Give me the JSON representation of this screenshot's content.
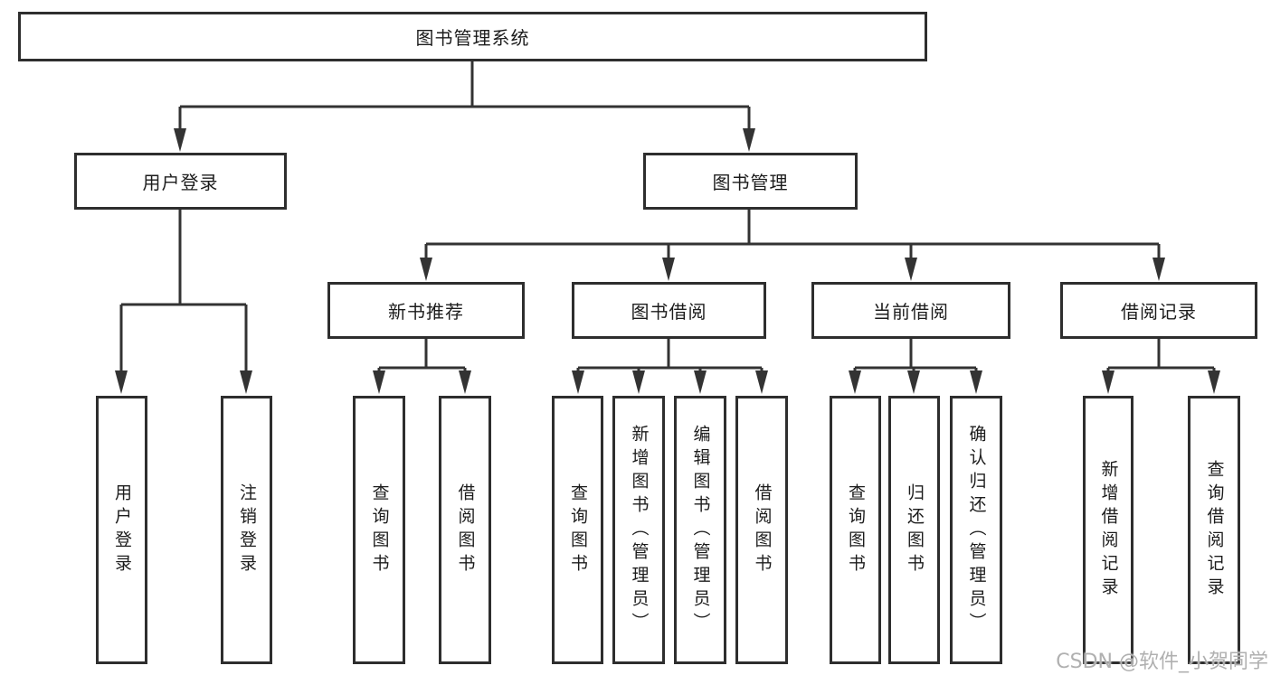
{
  "tree": {
    "root": {
      "label": "图书管理系统",
      "children": [
        {
          "label": "用户登录",
          "children": [
            {
              "label": "用户登录"
            },
            {
              "label": "注销登录"
            }
          ]
        },
        {
          "label": "图书管理",
          "children": [
            {
              "label": "新书推荐",
              "children": [
                {
                  "label": "查询图书"
                },
                {
                  "label": "借阅图书"
                }
              ]
            },
            {
              "label": "图书借阅",
              "children": [
                {
                  "label": "查询图书"
                },
                {
                  "label": "新增图书（管理员）"
                },
                {
                  "label": "编辑图书（管理员）"
                },
                {
                  "label": "借阅图书"
                }
              ]
            },
            {
              "label": "当前借阅",
              "children": [
                {
                  "label": "查询图书"
                },
                {
                  "label": "归还图书"
                },
                {
                  "label": "确认归还（管理员）"
                }
              ]
            },
            {
              "label": "借阅记录",
              "children": [
                {
                  "label": "新增借阅记录"
                },
                {
                  "label": "查询借阅记录"
                }
              ]
            }
          ]
        }
      ]
    }
  },
  "watermark": {
    "text": "CSDN @软件_小贺同学"
  },
  "colors": {
    "background": "#ffffff",
    "box_border": "#2e2e2e",
    "connector_line": "#333333",
    "text": "#1c1c1c",
    "watermark": "#b0b0b0"
  }
}
